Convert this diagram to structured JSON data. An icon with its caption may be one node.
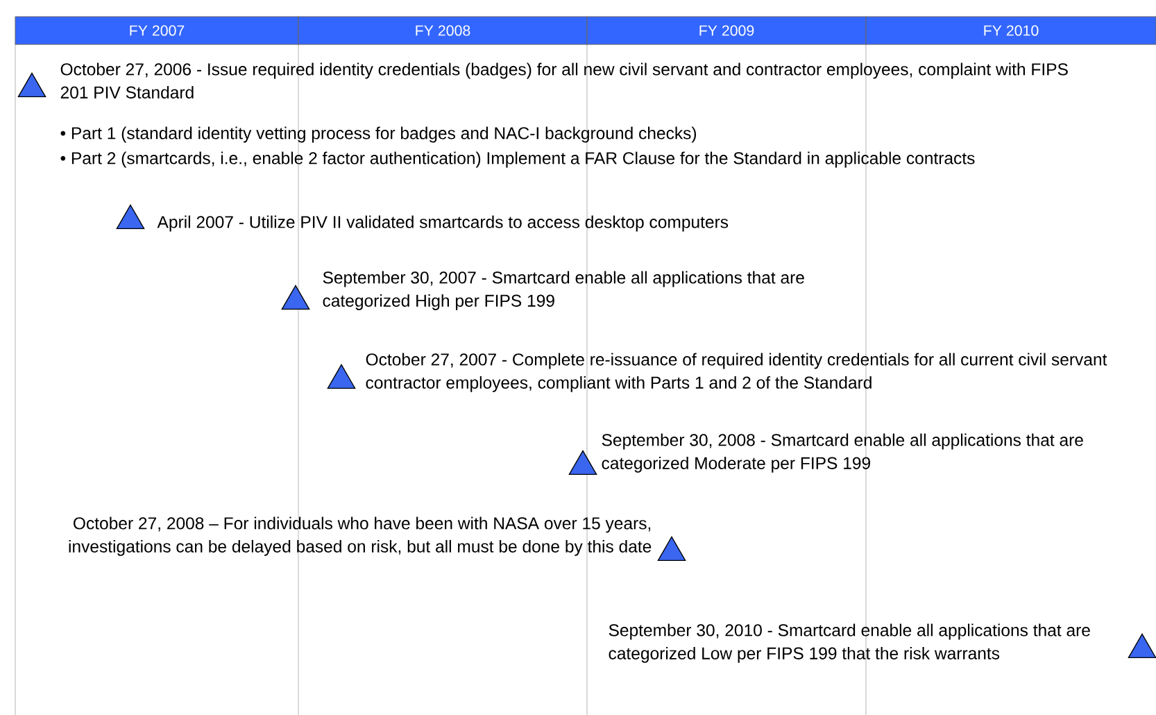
{
  "diagram": {
    "nodes": [
      {
        "text": [
          "FY 2007"
        ]
      },
      {
        "text": [
          "FY 2008"
        ]
      },
      {
        "text": [
          "FY 2009"
        ]
      },
      {
        "text": [
          "FY 2010"
        ]
      },
      {
        "text": [],
        "shape": "triangle",
        "beside": [
          "October 27, 2006 - Issue required identity credentials (badges) for all new civil servant and contractor employees, complaint with FIPS 201 PIV Standard"
        ]
      },
      {
        "text": [],
        "shape": "triangle",
        "beside": [
          "April 2007 - Utilize PIV II validated smartcards to access desktop computers"
        ]
      },
      {
        "text": [],
        "shape": "triangle",
        "beside": [
          "September 30, 2007 - Smartcard enable all applications that are categorized High per FIPS 199"
        ]
      },
      {
        "text": [],
        "shape": "triangle",
        "beside": [
          "October 27, 2007 - Complete re-issuance of required identity credentials for all current civil servant contractor employees, compliant with Parts 1 and 2 of the Standard"
        ]
      },
      {
        "text": [],
        "shape": "triangle",
        "beside": [
          "September 30, 2008 - Smartcard enable all applications that are categorized Moderate per FIPS 199"
        ]
      },
      {
        "text": [],
        "shape": "triangle",
        "beside": [
          "October 27, 2008 – For individuals who have been with NASA over 15 years, investigations can be delayed based on risk, but all must be done by this date"
        ]
      },
      {
        "text": [],
        "shape": "triangle",
        "beside": [
          "September 30, 2010 - Smartcard enable all applications that are categorized Low per FIPS 199 that the risk warrants"
        ]
      }
    ],
    "labels": [
      "• Part 1 (standard identity vetting process for badges and NAC-I background checks)",
      "• Part 2 (smartcards, i.e., enable 2 factor authentication) Implement a FAR Clause for the Standard in applicable contracts"
    ]
  }
}
